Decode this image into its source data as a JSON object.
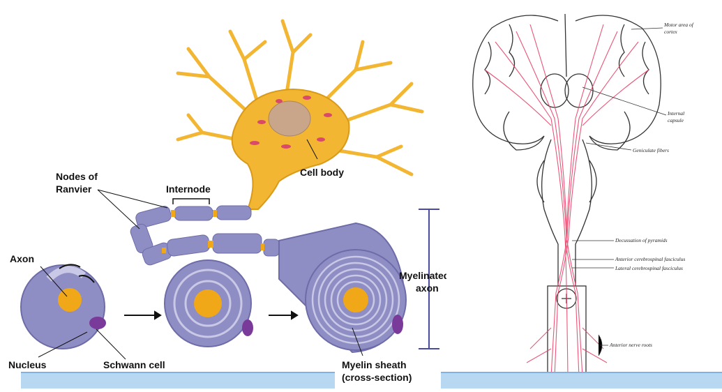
{
  "neuron_diagram": {
    "labels": {
      "nodes_of_ranvier_line1": "Nodes of",
      "nodes_of_ranvier_line2": "Ranvier",
      "internode": "Internode",
      "cell_body": "Cell body",
      "axon": "Axon",
      "myelinated_axon_line1": "Myelinated",
      "myelinated_axon_line2": "axon",
      "nucleus": "Nucleus",
      "schwann_cell": "Schwann cell",
      "myelin_sheath_line1": "Myelin sheath",
      "myelin_sheath_line2": "(cross-section)"
    },
    "colors": {
      "cell_body": "#f2b632",
      "cell_body_outline": "#d99a1a",
      "axon_core": "#f0a818",
      "myelin": "#8f8ec4",
      "myelin_dark": "#6e6ca8",
      "myelin_light": "#c9c8e6",
      "organelle": "#d94a6a",
      "nucleus": "#c9a58a"
    }
  },
  "brain_diagram": {
    "labels": {
      "motor_area_line1": "Motor area of",
      "motor_area_line2": "cortex",
      "internal_capsule_line1": "Internal",
      "internal_capsule_line2": "capsule",
      "geniculate_fibers": "Geniculate fibers",
      "decussation": "Decussation of pyramids",
      "anterior_fasciculus": "Anterior cerebrospinal fasciculus",
      "lateral_fasciculus": "Lateral cerebrospinal fasciculus",
      "anterior_nerve_roots": "Anterior nerve roots"
    },
    "colors": {
      "tract": "#e8436a",
      "outline": "#333333"
    }
  }
}
